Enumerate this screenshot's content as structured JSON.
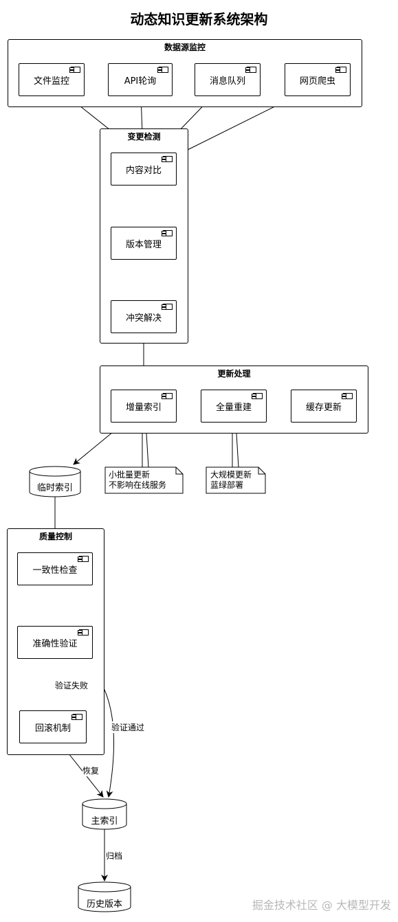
{
  "title": "动态知识更新系统架构",
  "groups": {
    "sources": "数据源监控",
    "change": "变更检测",
    "update": "更新处理",
    "quality": "质量控制"
  },
  "components": {
    "file_monitor": "文件监控",
    "api_poll": "API轮询",
    "message_queue": "消息队列",
    "web_crawler": "网页爬虫",
    "content_compare": "内容对比",
    "version_mgmt": "版本管理",
    "conflict_resolve": "冲突解决",
    "incremental_index": "增量索引",
    "full_rebuild": "全量重建",
    "cache_update": "缓存更新",
    "consistency_check": "一致性检查",
    "accuracy_verify": "准确性验证",
    "rollback": "回滚机制"
  },
  "notes": {
    "small_batch": "小批量更新\n不影响在线服务",
    "large_scale": "大规模更新\n蓝绿部署"
  },
  "databases": {
    "temp_index": "临时索引",
    "main_index": "主索引",
    "history": "历史版本"
  },
  "edge_labels": {
    "verify_fail": "验证失败",
    "verify_pass": "验证通过",
    "recover": "恢复",
    "archive": "归档"
  },
  "watermark": "掘金技术社区 @ 大模型开发"
}
